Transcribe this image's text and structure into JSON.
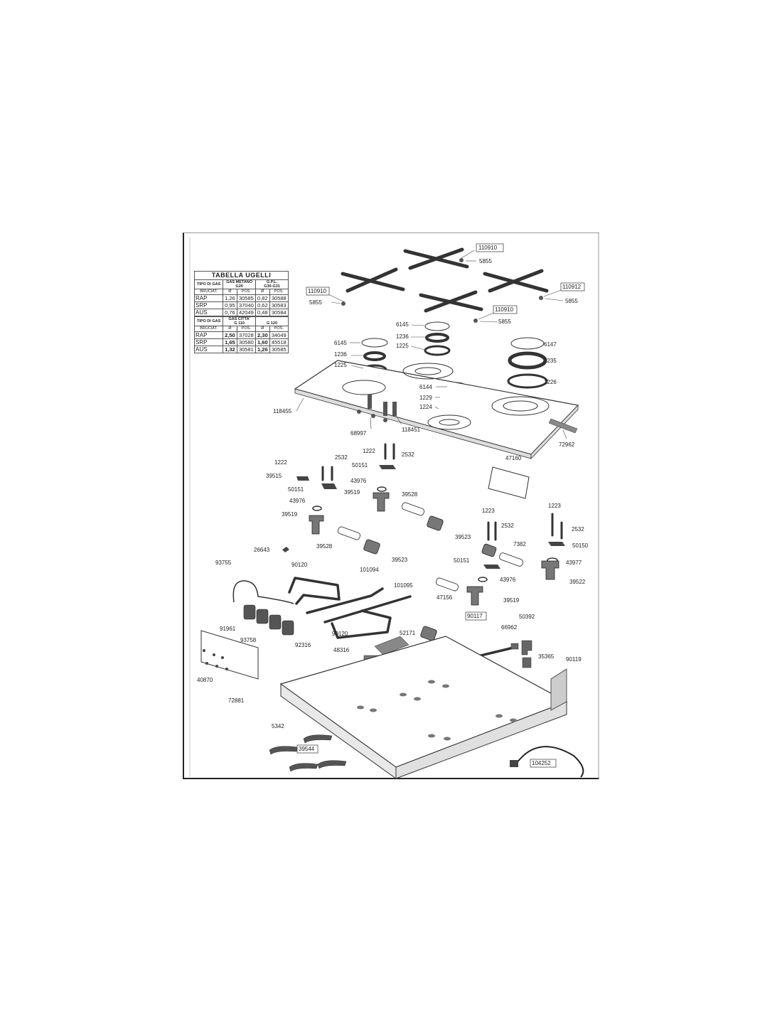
{
  "tables": {
    "title": "TABELLA UGELLI",
    "tipo_di_gas": "TIPO DI GAS",
    "bruciat": "BRUCIAT.",
    "diameter_symbol": "Ø",
    "pos": "POS.",
    "table1": {
      "gas_a": "GAS METANO",
      "gas_a_code": "G20",
      "gas_b": "G.P.L.",
      "gas_b_code": "G30-G31",
      "rows": [
        [
          "RAP",
          "1,26",
          "30585",
          "0,82",
          "30588"
        ],
        [
          "SRP",
          "0,95",
          "37040",
          "0,62",
          "30583"
        ],
        [
          "AUS",
          "0,76",
          "42049",
          "0,48",
          "30584"
        ]
      ]
    },
    "table2": {
      "gas_a": "GAS CITTA'",
      "gas_a_code": "G 110",
      "gas_b": "",
      "gas_b_code": "G 120",
      "rows": [
        [
          "RAP",
          "2,50",
          "37028",
          "2,30",
          "34049"
        ],
        [
          "SRP",
          "1,65",
          "30580",
          "1,60",
          "45518"
        ],
        [
          "AUS",
          "1,32",
          "30581",
          "1,26",
          "30585"
        ]
      ]
    }
  },
  "labels": {
    "p110910a": "110910",
    "p110910b": "110910",
    "p110910c": "110910",
    "p110912": "110912",
    "p5855a": "5855",
    "p5855b": "5855",
    "p5855c": "5855",
    "p5855d": "5855",
    "p6145a": "6145",
    "p6145b": "6145",
    "p6147": "6147",
    "p6144": "6144",
    "p1236a": "1236",
    "p1236b": "1236",
    "p1225a": "1225",
    "p1225b": "1225",
    "p1235": "1235",
    "p1226": "1226",
    "p1229": "1229",
    "p1224": "1224",
    "p118455": "118455",
    "p68997": "68997",
    "p118451": "118451",
    "p72962": "72962",
    "p1222a": "1222",
    "p1222b": "1222",
    "p2532a": "2532",
    "p2532b": "2532",
    "p2532c": "2532",
    "p2532d": "2532",
    "p50151a": "50151",
    "p50151b": "50151",
    "p50151c": "50151",
    "p50150": "50150",
    "p39515": "39515",
    "p43976a": "43976",
    "p43976b": "43976",
    "p43976c": "43976",
    "p39519a": "39519",
    "p39519b": "39519",
    "p39519c": "39519",
    "p39528a": "39528",
    "p39528b": "39528",
    "p39523a": "39523",
    "p39523b": "39523",
    "p47160": "47160",
    "p1223a": "1223",
    "p1223b": "1223",
    "p7382": "7382",
    "p43977": "43977",
    "p39522": "39522",
    "p26643": "26643",
    "p93755": "93755",
    "p90120a": "90120",
    "p90120b": "90120",
    "p101094": "101094",
    "p101095": "101095",
    "p47156": "47156",
    "p90117": "90117",
    "p50392": "50392",
    "p66962": "66962",
    "p91961": "91961",
    "p93758": "93758",
    "p92316": "92316",
    "p52171": "52171",
    "p48316": "48316",
    "p35365": "35365",
    "p90119": "90119",
    "p40870": "40870",
    "p72881": "72881",
    "p5342": "5342",
    "p39544": "39544",
    "p104252": "104252"
  }
}
